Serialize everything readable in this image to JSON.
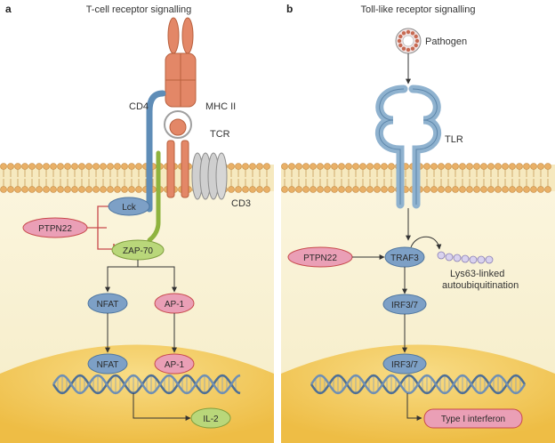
{
  "panels": {
    "a": {
      "letter": "a",
      "title": "T-cell receptor signalling"
    },
    "b": {
      "letter": "b",
      "title": "Toll-like receptor signalling"
    }
  },
  "labels": {
    "cd4": "CD4",
    "mhc": "MHC II",
    "tcr": "TCR",
    "cd3": "CD3",
    "pathogen": "Pathogen",
    "tlr": "TLR",
    "ubiquitination": "Lys63-linked autoubiquitination"
  },
  "nodes": {
    "lck": "Lck",
    "ptpn22_a": "PTPN22",
    "zap70": "ZAP-70",
    "nfat_cyto": "NFAT",
    "ap1_cyto": "AP-1",
    "nfat_nuc": "NFAT",
    "ap1_nuc": "AP-1",
    "il2": "IL-2",
    "ptpn22_b": "PTPN22",
    "traf3": "TRAF3",
    "irf37_cyto": "IRF3/7",
    "irf37_nuc": "IRF3/7",
    "type1_ifn": "Type I interferon"
  },
  "colors": {
    "cytoplasm": "#f7f0cf",
    "nucleus": "#f3c955",
    "membrane_head": "#e9b067",
    "blue_node": "#7da0c6",
    "green_node": "#b9d77a",
    "pink_node": "#ea9fb6",
    "tlr_blue": "#8fb2cf",
    "mhc": "#e38767"
  }
}
